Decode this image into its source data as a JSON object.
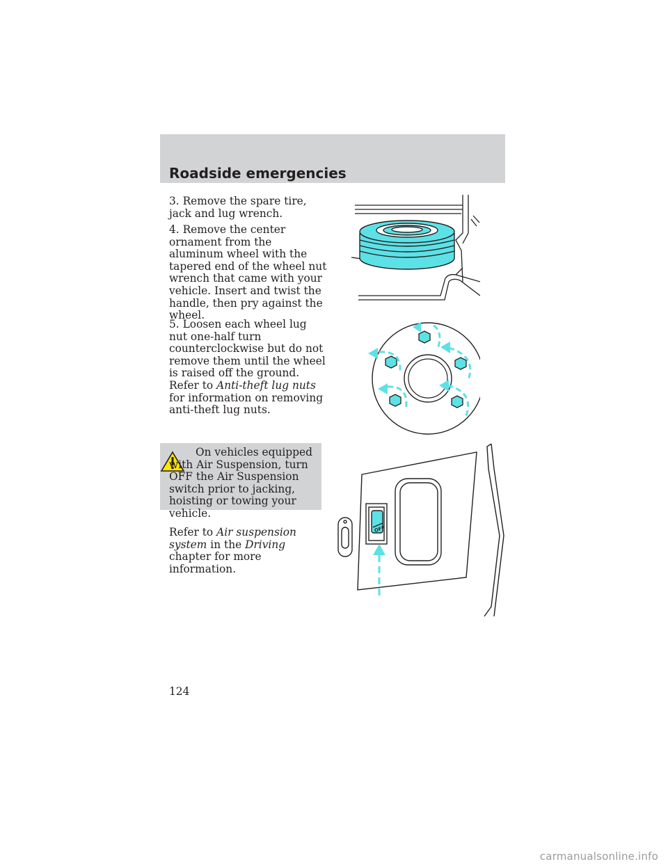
{
  "header": {
    "title": "Roadside emergencies"
  },
  "steps": {
    "step3": "3. Remove the spare tire, jack and lug wrench.",
    "step4": "4. Remove the center ornament from the aluminum wheel with the tapered end of the wheel nut wrench that came with your vehicle. Insert and twist the handle, then pry against the wheel.",
    "step5_pre": "5. Loosen each wheel lug nut one-half turn counterclockwise but do not remove them until the wheel is raised off the ground. Refer to ",
    "step5_link": "Anti-theft lug nuts",
    "step5_post": " for information on removing anti-theft lug nuts."
  },
  "warning": {
    "icon": "warning-triangle-icon",
    "text": "On vehicles equipped with Air Suspension, turn OFF the Air Suspension switch prior to jacking, hoisting or towing your vehicle."
  },
  "refer": {
    "pre": "Refer to ",
    "link1": "Air suspension system",
    "mid": " in the ",
    "link2": "Driving",
    "post": " chapter for more information."
  },
  "illustrations": {
    "spare_tire": "spare-tire-illustration",
    "lug_nuts": "lug-nut-pattern-illustration",
    "switch_label": "OFF"
  },
  "colors": {
    "accent": "#5ce1e6",
    "header_band": "#d2d3d5"
  },
  "page_number": "124",
  "watermark": "carmanualsonline.info"
}
